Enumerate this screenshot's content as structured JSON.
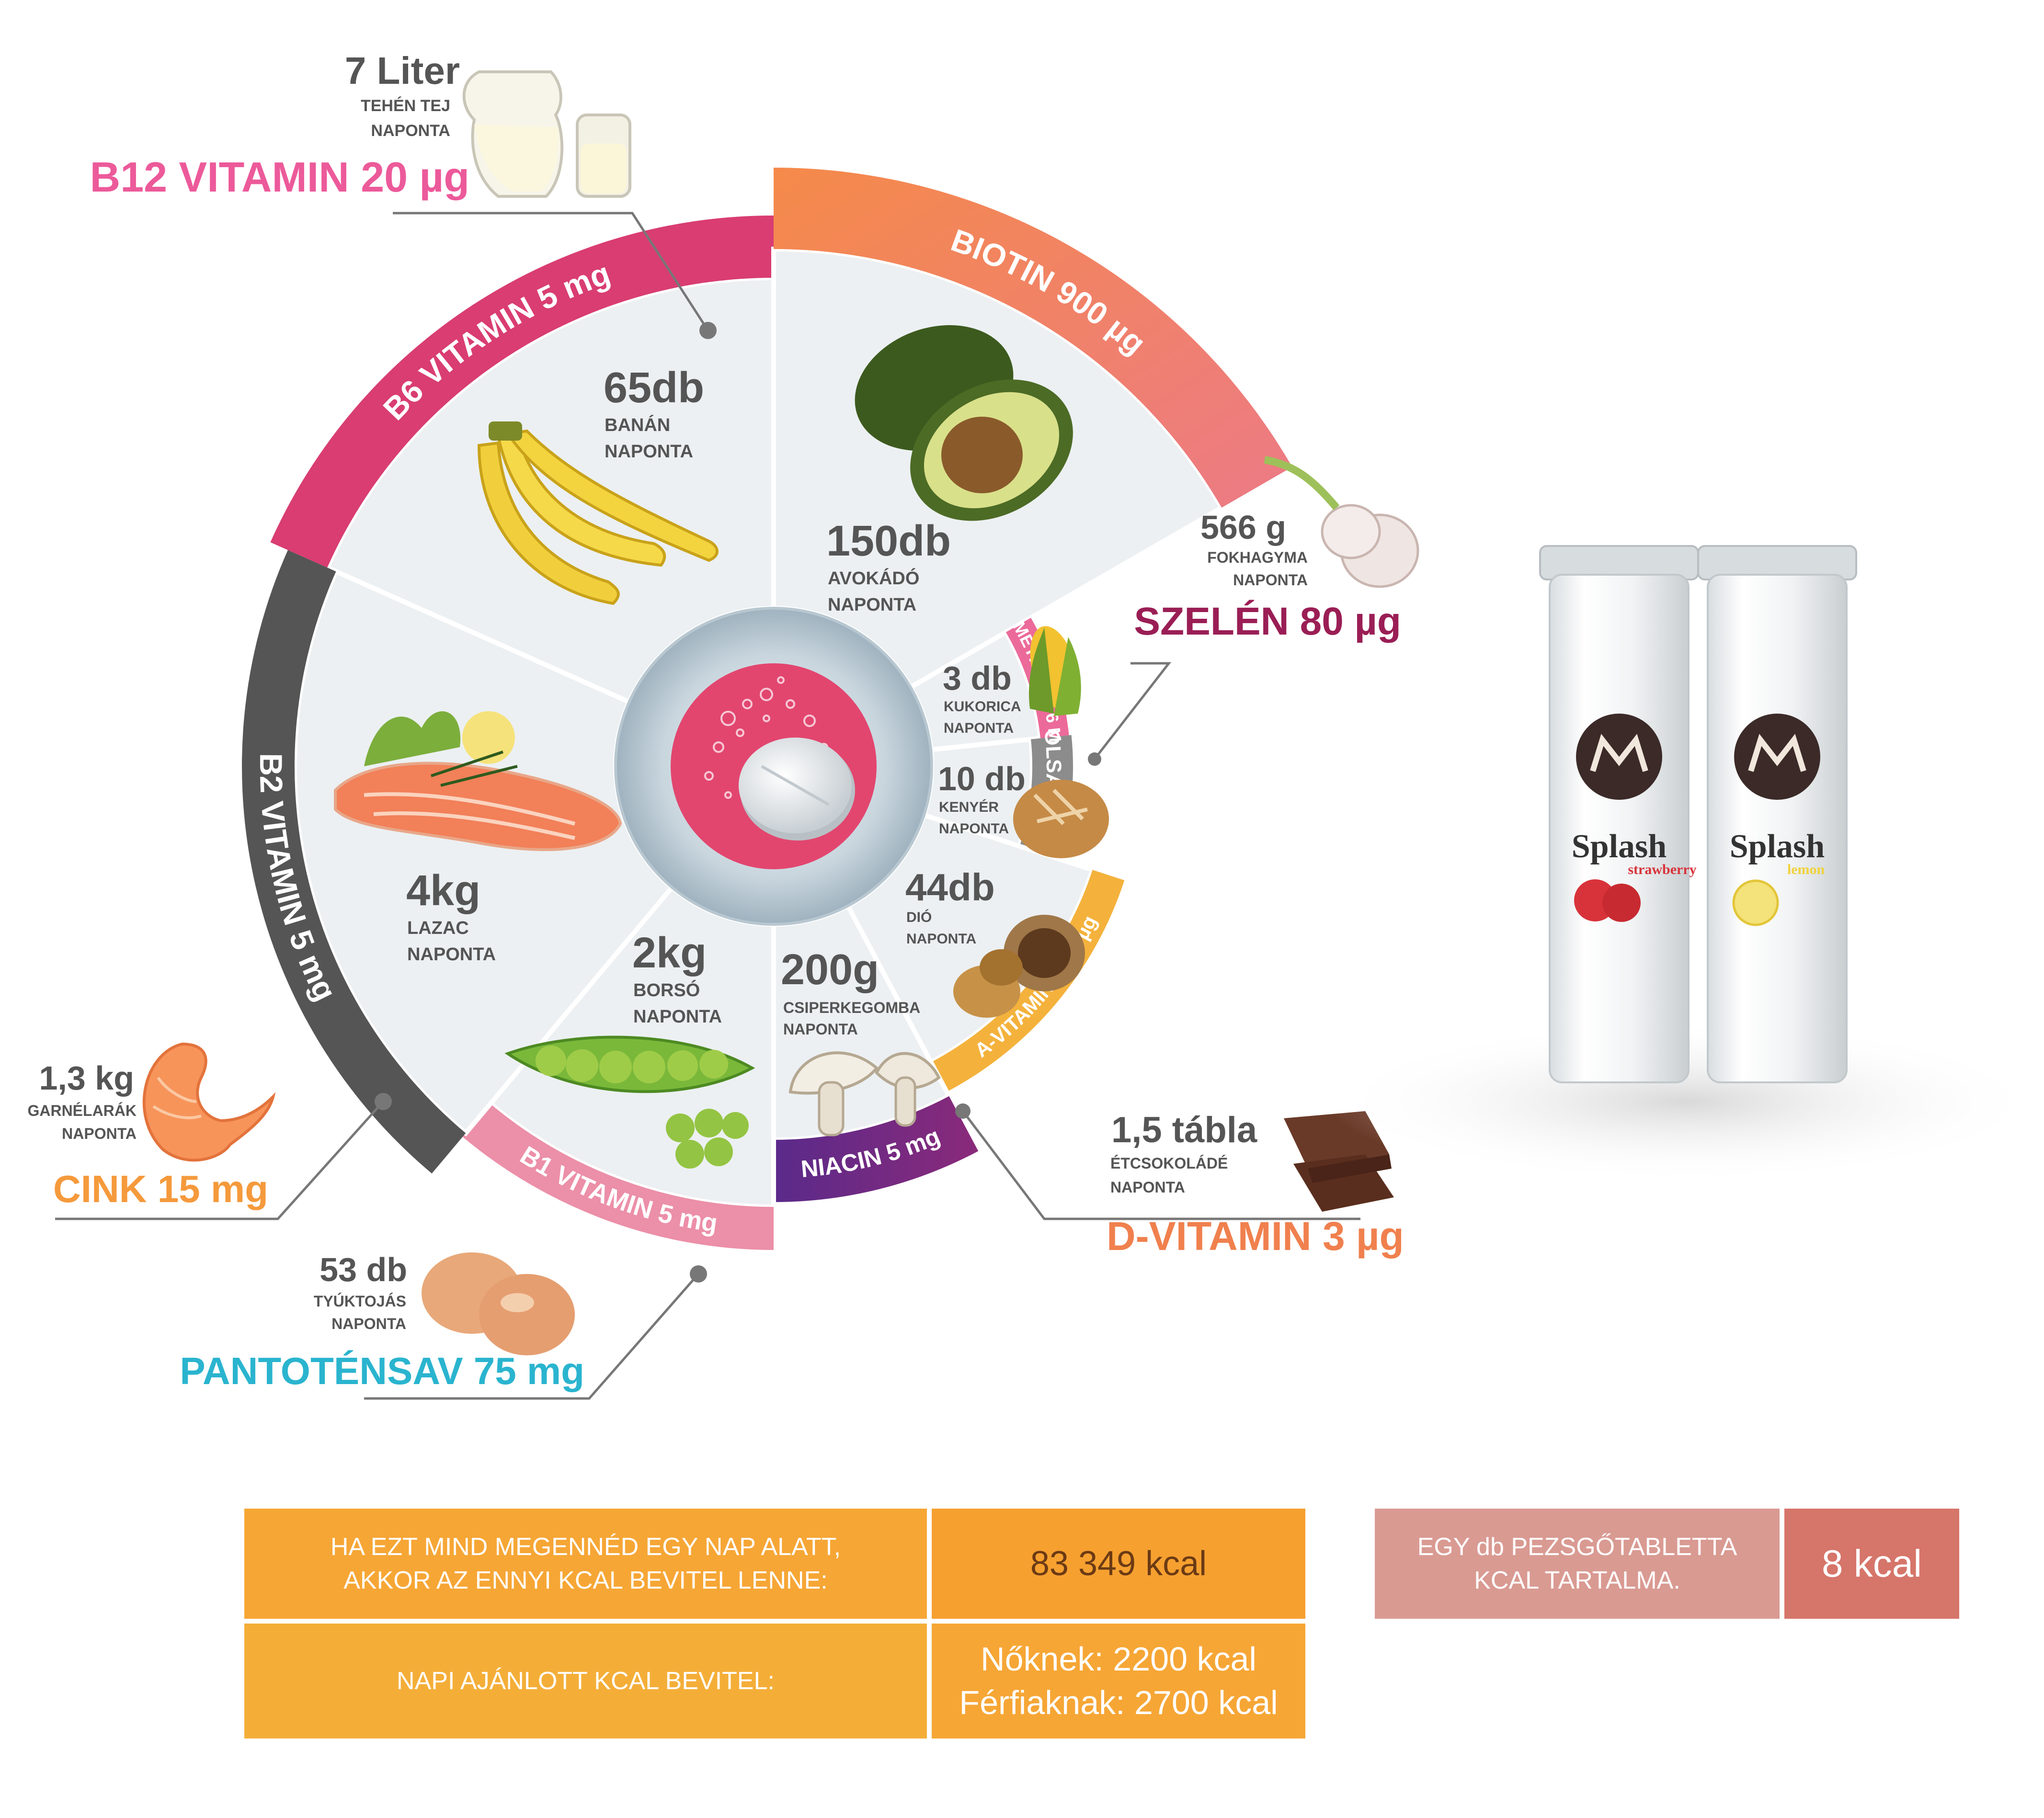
{
  "colors": {
    "b6": "#d93d72",
    "biotin": "#f08a5d",
    "lmet": "#ec6a9a",
    "folsav": "#8c8c8c",
    "avit": "#f4b23c",
    "niacin": "#6a2a8a",
    "b1": "#ec8fa8",
    "b2": "#555555",
    "b12": "#ec5a9a",
    "szelen": "#9a1e55",
    "cink": "#f59a3c",
    "dvit": "#f0804e",
    "pant": "#2ab4cf",
    "orange_box": "#f6a635",
    "orange_box2": "#f3ad3a",
    "pink_box": "#d99a92",
    "pink_box2": "#d6756a"
  },
  "ring": {
    "b6": "B6 VITAMIN 5 mg",
    "biotin": "BIOTIN 900 µg",
    "lmet": "L-METIONIN: 6 MG",
    "folsav": "FOLSAV 200 µg",
    "avit": "A-VITAMIN 1800 µg",
    "niacin": "NIACIN 5 mg",
    "b1": "B1 VITAMIN 5 mg",
    "b2": "B2 VITAMIN 5 mg"
  },
  "foods": {
    "banan": {
      "qty": "65db",
      "l1": "BANÁN",
      "l2": "NAPONTA"
    },
    "avokado": {
      "qty": "150db",
      "l1": "AVOKÁDÓ",
      "l2": "NAPONTA"
    },
    "kukorica": {
      "qty": "3 db",
      "l1": "KUKORICA",
      "l2": "NAPONTA"
    },
    "kenyer": {
      "qty": "10 db",
      "l1": "KENYÉR",
      "l2": "NAPONTA"
    },
    "dio": {
      "qty": "44db",
      "l1": "DIÓ",
      "l2": "NAPONTA"
    },
    "gomba": {
      "qty": "200g",
      "l1": "CSIPERKEGOMBA",
      "l2": "NAPONTA"
    },
    "borso": {
      "qty": "2kg",
      "l1": "BORSÓ",
      "l2": "NAPONTA"
    },
    "lazac": {
      "qty": "4kg",
      "l1": "LAZAC",
      "l2": "NAPONTA"
    }
  },
  "outside": {
    "b12": {
      "qty": "7 Liter",
      "l1": "TEHÉN TEJ",
      "l2": "NAPONTA",
      "title": "B12 VITAMIN 20 µg"
    },
    "szelen": {
      "qty": "566 g",
      "l1": "FOKHAGYMA",
      "l2": "NAPONTA",
      "title": "SZELÉN 80 µg"
    },
    "cink": {
      "qty": "1,3 kg",
      "l1": "GARNÉLARÁK",
      "l2": "NAPONTA",
      "title": "CINK 15 mg"
    },
    "dvit": {
      "qty": "1,5 tábla",
      "l1": "ÉTCSOKOLÁDÉ",
      "l2": "NAPONTA",
      "title": "D-VITAMIN 3 µg"
    },
    "pant": {
      "qty": "53 db",
      "l1": "TYÚKTOJÁS",
      "l2": "NAPONTA",
      "title": "PANTOTÉNSAV 75 mg"
    }
  },
  "tubes": [
    {
      "brand": "Splash",
      "flavor": "strawberry",
      "flavor_color": "#d8333a"
    },
    {
      "brand": "Splash",
      "flavor": "lemon",
      "flavor_color": "#f0d23c"
    }
  ],
  "table": {
    "r1_label": "HA EZT MIND MEGENNÉD EGY NAP ALATT,\nAKKOR AZ ENNYI KCAL BEVITEL LENNE:",
    "r1_value": "83 349 kcal",
    "r2_label": "NAPI AJÁNLOTT KCAL BEVITEL:",
    "r2_value_women": "Nőknek: 2200 kcal",
    "r2_value_men": "Férfiaknak: 2700 kcal",
    "tab_label": "EGY db PEZSGŐTABLETTA\nKCAL TARTALMA.",
    "tab_value": "8 kcal"
  }
}
